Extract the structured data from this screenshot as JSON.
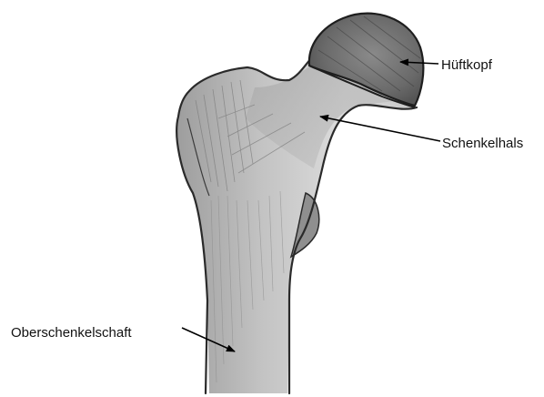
{
  "labels": {
    "femoral_head": "Hüftkopf",
    "femoral_neck": "Schenkelhals",
    "femoral_shaft": "Oberschenkelschaft"
  },
  "colors": {
    "outline": "#2a2a2a",
    "shading_dark": "#6e6e6e",
    "shading_mid": "#9a9a9a",
    "shading_light": "#c8c8c8",
    "arrow": "#000000"
  }
}
